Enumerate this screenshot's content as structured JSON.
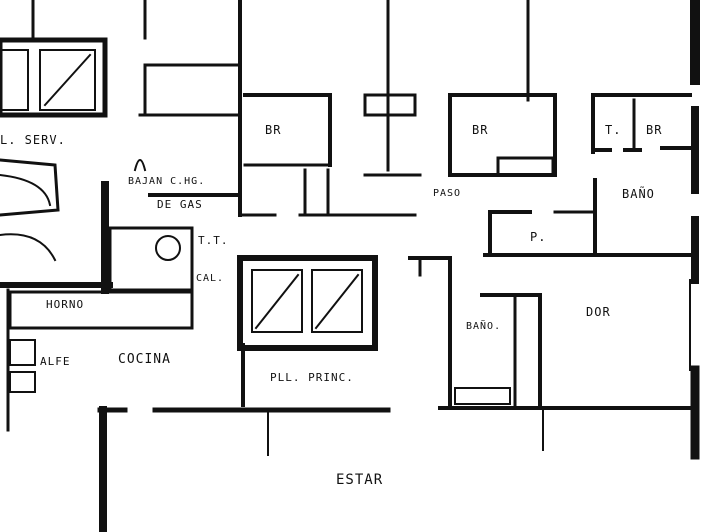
{
  "plan": {
    "wall_color": "#111111",
    "background": "#ffffff",
    "labels": {
      "serv": "L. SERV.",
      "br1": "BR",
      "br2": "BR",
      "t": "T.",
      "br3": "BR",
      "bajada": "BAJAN C.HG.",
      "gas": "DE GAS",
      "paso": "PASO",
      "bano1": "BAÑO",
      "tt": "T.T.",
      "p": "P.",
      "cal": "CAL.",
      "horno": "HORNO",
      "alfe": "ALFE",
      "cocina": "COCINA",
      "pll": "PLL. PRINC.",
      "bano2": "BAÑO.",
      "dor": "DOR",
      "estar": "ESTAR"
    }
  }
}
